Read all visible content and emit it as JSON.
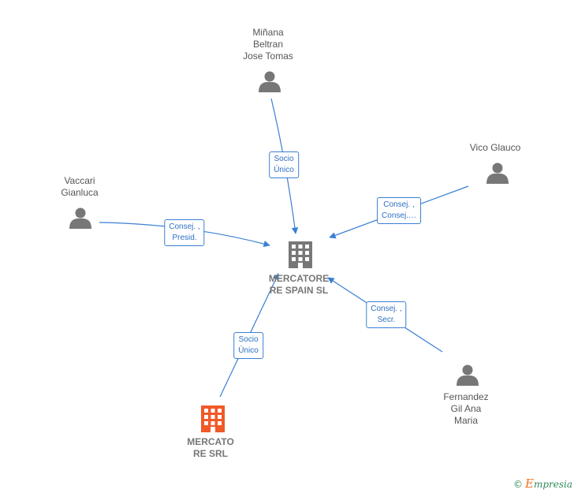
{
  "nodes": {
    "minana": {
      "label": "Miñana\nBeltran\nJose Tomas",
      "type": "person"
    },
    "vico": {
      "label": "Vico Glauco",
      "type": "person"
    },
    "vaccari": {
      "label": "Vaccari\nGianluca",
      "type": "person"
    },
    "fernandez": {
      "label": "Fernandez\nGil Ana\nMaria",
      "type": "person"
    },
    "mercatore_spain": {
      "label": "MERCATORE\nRE SPAIN  SL",
      "type": "company"
    },
    "mercato_re": {
      "label": "MERCATO\nRE SRL",
      "type": "company-highlight"
    }
  },
  "edges": {
    "minana_rel": "Socio\nÚnico",
    "vico_rel": "Consej. ,\nConsej.…",
    "vaccari_rel": "Consej. ,\nPresid.",
    "fernandez_rel": "Consej. ,\nSecr.",
    "mercato_rel": "Socio\nÚnico"
  },
  "colors": {
    "edge": "#3a7fd4",
    "person_icon": "#777777",
    "company_icon": "#777777",
    "highlight_company_icon": "#f05a28"
  },
  "footer": {
    "copyright": "©",
    "brand_initial": "E",
    "brand_rest": "mpresia"
  }
}
